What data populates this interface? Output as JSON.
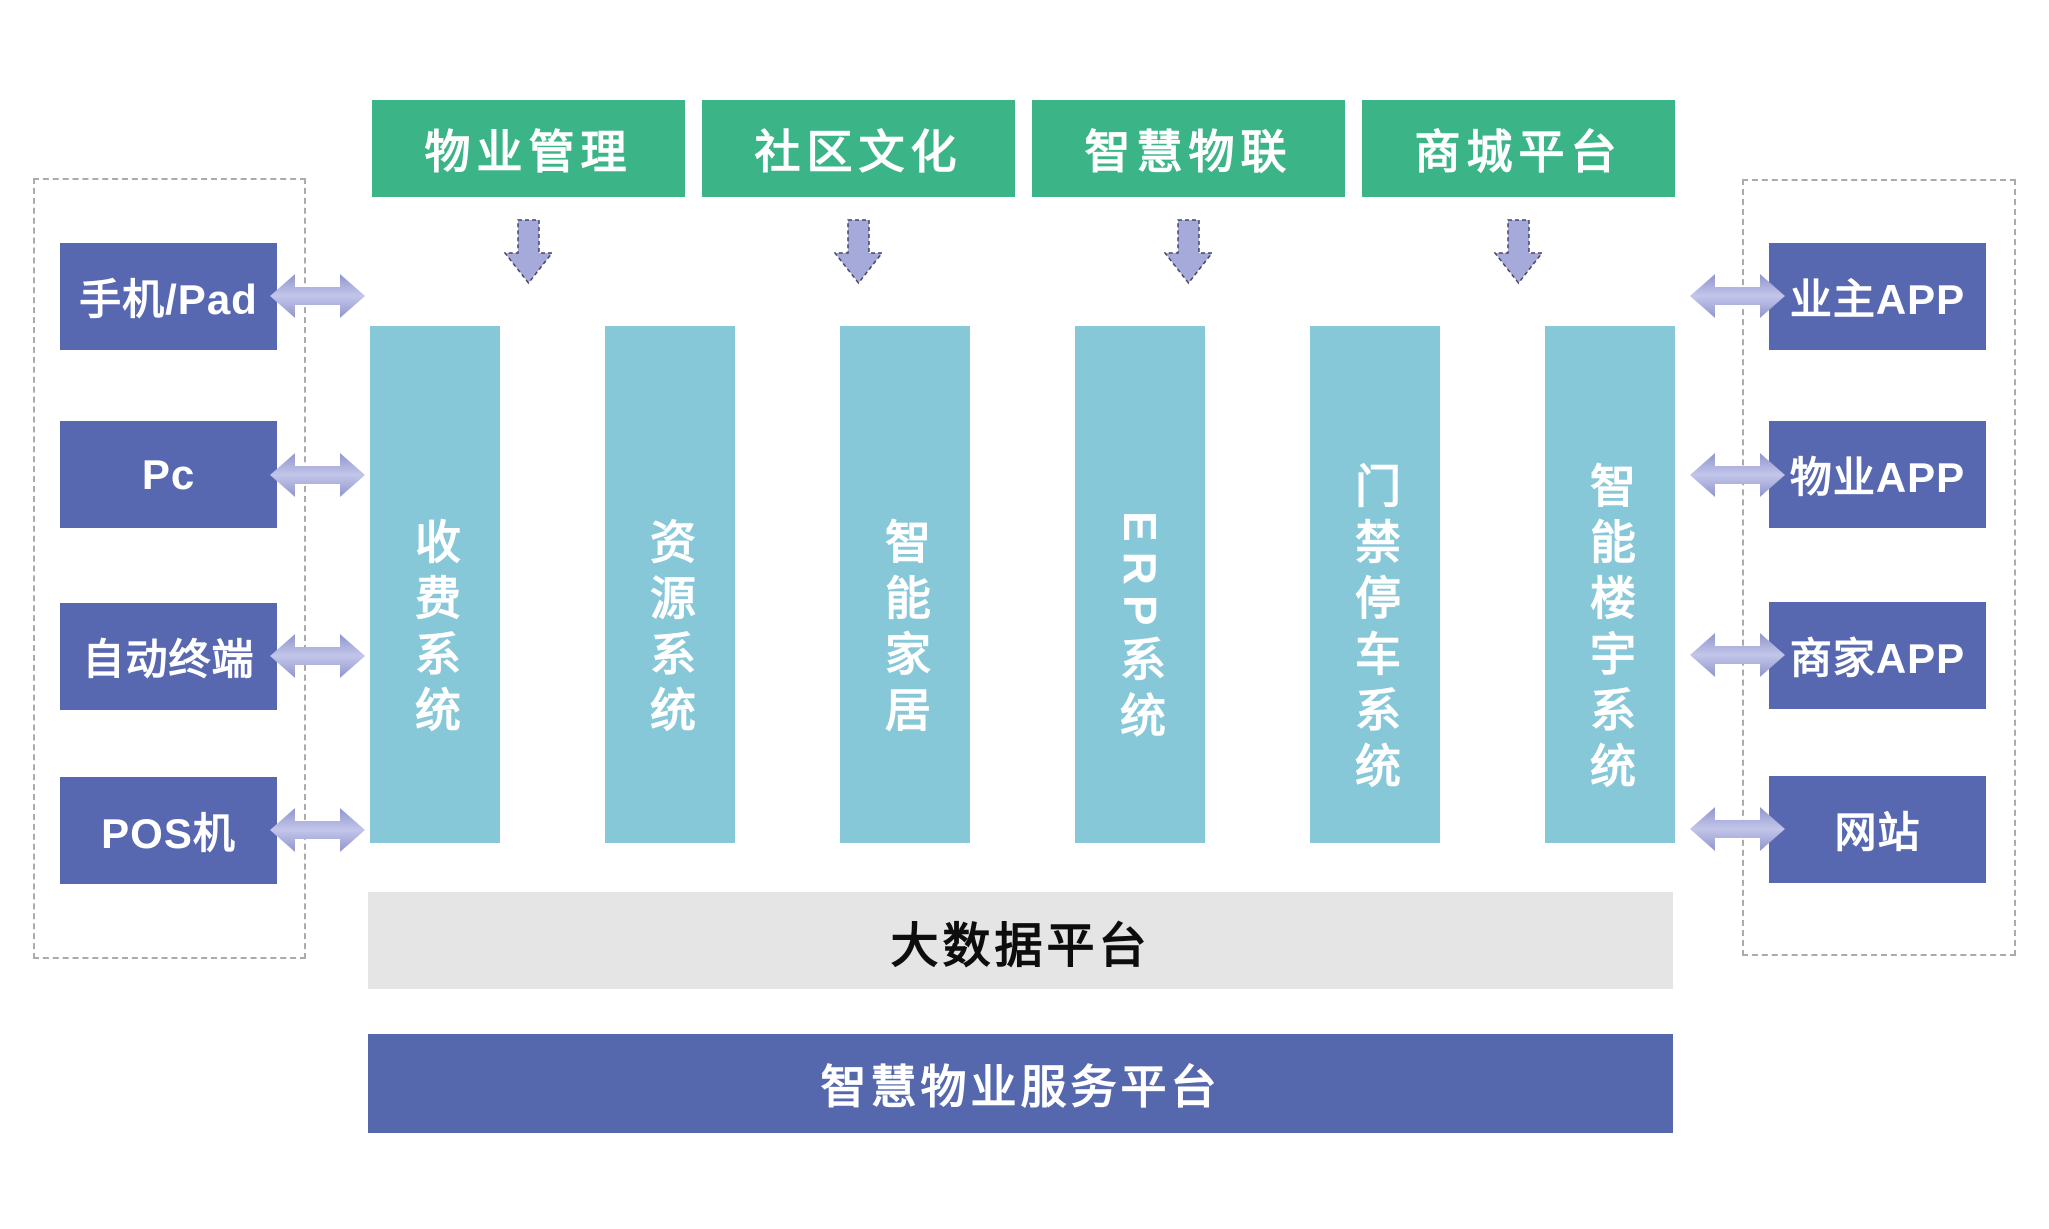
{
  "top_modules": [
    {
      "label": "物业管理"
    },
    {
      "label": "社区文化"
    },
    {
      "label": "智慧物联"
    },
    {
      "label": "商城平台"
    }
  ],
  "left_devices": [
    {
      "label": "手机/Pad"
    },
    {
      "label": "Pc"
    },
    {
      "label": "自动终端"
    },
    {
      "label": "POS机"
    }
  ],
  "right_apps": [
    {
      "label": "业主APP"
    },
    {
      "label": "物业APP"
    },
    {
      "label": "商家APP"
    },
    {
      "label": "网站"
    }
  ],
  "systems": [
    {
      "label": "收费系统"
    },
    {
      "label": "资源系统"
    },
    {
      "label": "智能家居"
    },
    {
      "label": "ERP系统"
    },
    {
      "label": "门禁停车系统"
    },
    {
      "label": "智能楼宇系统"
    }
  ],
  "platforms": {
    "big_data": "大数据平台",
    "service": "智慧物业服务平台"
  },
  "icons": {
    "down_arrow": "down-arrow-icon",
    "bidirectional_arrow": "bidirectional-arrow-icon"
  },
  "colors": {
    "green": "#3bb488",
    "box-blue": "#5868b0",
    "bar-blue": "#5568ae",
    "teal": "#86c7d8",
    "gray-bar": "#e5e5e5",
    "panel-border": "#ababab",
    "arrow-fill": "#a5aadb",
    "arrow-line": "#454660",
    "arrow-grad-edge": "#8f95cc",
    "arrow-grad-mid": "#c3c6ea"
  }
}
